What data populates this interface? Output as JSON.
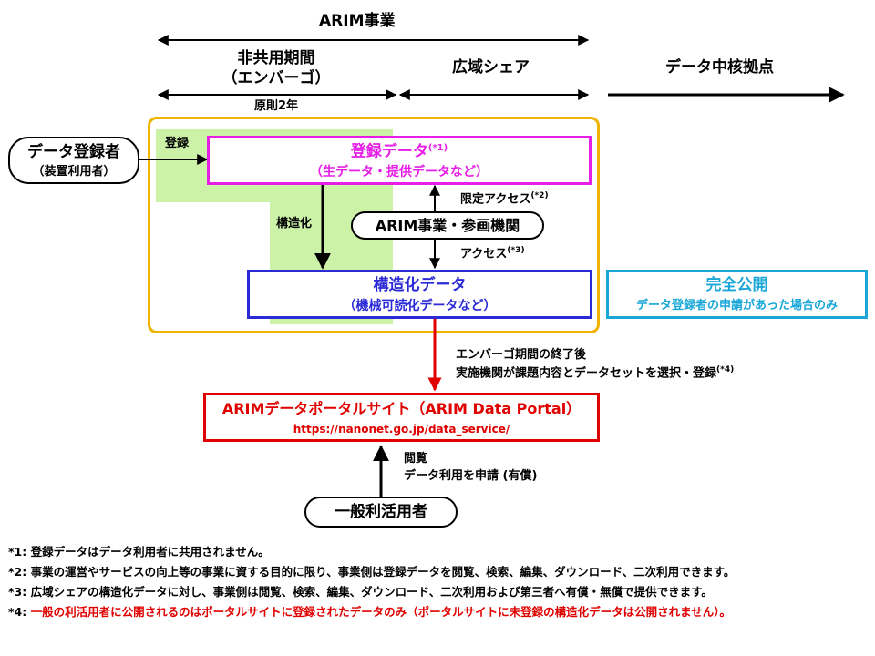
{
  "timeline": {
    "arim_project": "ARIM事業",
    "non_shared_period_line1": "非共用期間",
    "non_shared_period_line2": "（エンバーゴ）",
    "non_shared_duration": "原則2年",
    "wide_area_share": "広域シェア",
    "data_hub": "データ中核拠点"
  },
  "nodes": {
    "registrant_line1": "データ登録者",
    "registrant_line2": "（装置利用者）",
    "registered_data_title": "登録データ",
    "registered_data_note": "(*1)",
    "registered_data_sub": "（生データ・提供データなど）",
    "arim_participants": "ARIM事業・参画機関",
    "structured_data_title": "構造化データ",
    "structured_data_sub": "（機械可読化データなど）",
    "full_public_title": "完全公開",
    "full_public_sub": "データ登録者の申請があった場合のみ",
    "portal_title": "ARIMデータポータルサイト（ARIM Data Portal）",
    "portal_url": "https://nanonet.go.jp/data_service/",
    "general_user": "一般利活用者"
  },
  "edges": {
    "register": "登録",
    "structuring": "構造化",
    "limited_access": "限定アクセス",
    "limited_access_note": "(*2)",
    "access": "アクセス",
    "access_note": "(*3)",
    "after_embargo_line1": "エンバーゴ期間の終了後",
    "after_embargo_line2": "実施機関が課題内容とデータセットを選択・登録",
    "after_embargo_note": "(*4)",
    "browse_line1": "閲覧",
    "browse_line2": "データ利用を申請 (有償)"
  },
  "footnotes": {
    "n1": "*1: 登録データはデータ利用者に共用されません。",
    "n2": "*2: 事業の運営やサービスの向上等の事業に資する目的に限り、事業側は登録データを閲覧、検索、編集、ダウンロード、二次利用できます。",
    "n3": "*3: 広域シェアの構造化データに対し、事業側は閲覧、検索、編集、ダウンロード、二次利用および第三者へ有償・無償で提供できます。",
    "n4_prefix": "*4: ",
    "n4_red": "一般の利活用者に公開されるのはポータルサイトに登録されたデータのみ（ポータルサイトに未登録の構造化データは公開されません）。"
  },
  "colors": {
    "container": "#f0b400",
    "registered_data": "#e61ee6",
    "structured_data": "#2a2ad6",
    "full_public": "#1aa7d8",
    "portal": "#e00000",
    "embargo_arrow": "#e00000",
    "green_region": "#ccf2a8"
  }
}
